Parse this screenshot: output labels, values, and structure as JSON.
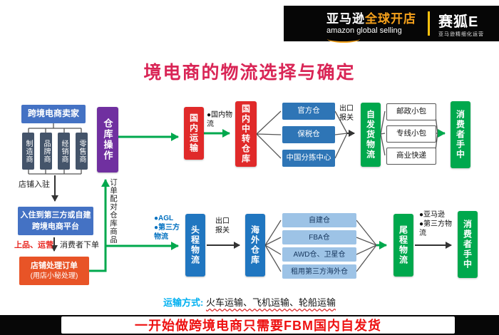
{
  "header": {
    "amazon_cn": "亚马逊",
    "amazon_gold": "全球开店",
    "amazon_en": "amazon global selling",
    "partner_name": "赛狐E",
    "partner_tagline": "亚马逊精细化运营"
  },
  "title": "境电商的物流选择与确定",
  "flow": {
    "seller": "跨境电商卖家",
    "seller_types": [
      "制造商",
      "品牌商",
      "经销商",
      "零售商"
    ],
    "store_entry_label": "店铺入驻",
    "platform": "入住到第三方或自建跨境电商平台",
    "listing_ops_label": "上品、运营",
    "consumer_order_label": "消费者下单",
    "order_line1": "店铺处理订单",
    "order_line2": "(用店小秘处理)",
    "warehouse_ops": "仓库操作",
    "order_match": "订单配对仓库商品",
    "domestic_transport": "国内运输",
    "domestic_logistics_label": "●国内物流",
    "domestic_transit": "国内中转仓库",
    "transit_options": [
      "官方仓",
      "保税仓",
      "中国分拣中心"
    ],
    "export_customs": "出口报关",
    "self_delivery": "自发货物流",
    "self_delivery_options": [
      "邮政小包",
      "专线小包",
      "商业快递"
    ],
    "consumer_1": "消费者手中",
    "agl_label": "●AGL",
    "third_party_label": "●第三方物流",
    "first_leg": "头程物流",
    "export_customs_2": "出口报关",
    "overseas_warehouse": "海外仓库",
    "overseas_options": [
      "自建仓",
      "FBA仓",
      "AWD仓、卫星仓",
      "租用第三方海外仓"
    ],
    "last_leg": "尾程物流",
    "amazon_label": "●亚马逊",
    "third_party_label_2": "●第三方物流",
    "consumer_2": "消费者手中"
  },
  "transport": {
    "label": "运输方式:",
    "methods": "火车运输、飞机运输、轮船运输"
  },
  "caption": "一开始做跨境电商只需要FBM国内自发货",
  "palette": {
    "green": "#00a84d",
    "red": "#e02a2a",
    "blue": "#4472c4",
    "purple": "#7030a0",
    "orange": "#e85427",
    "title_pink": "#d92556",
    "amazon_orange": "#f7a21b"
  }
}
